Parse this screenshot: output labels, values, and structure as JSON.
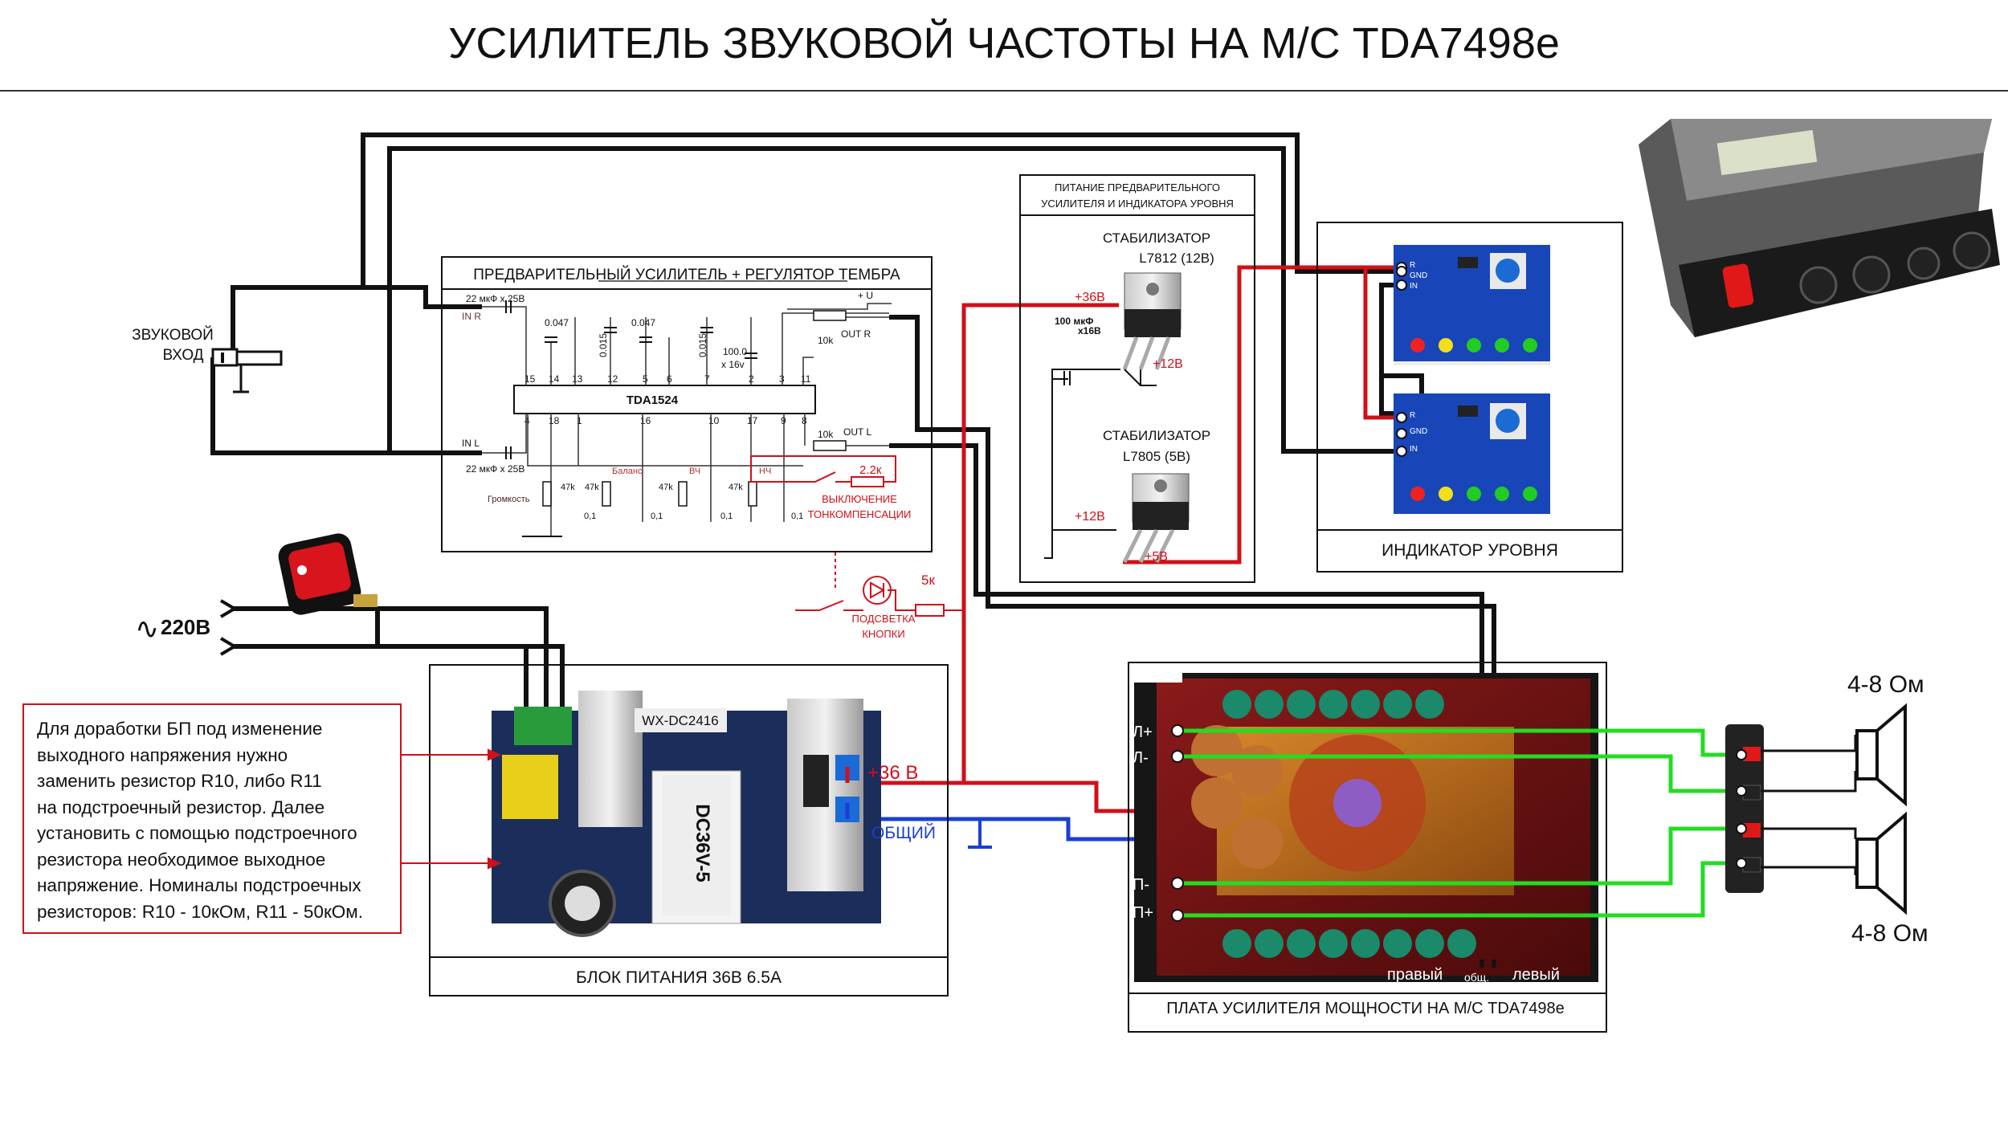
{
  "title": "УСИЛИТЕЛЬ ЗВУКОВОЙ ЧАСТОТЫ НА М/С TDA7498e",
  "audio_input": {
    "line1": "ЗВУКОВОЙ",
    "line2": "ВХОД"
  },
  "preamp": {
    "label": "ПРЕДВАРИТЕЛЬНЫЙ УСИЛИТЕЛЬ + РЕГУЛЯТОР ТЕМБРА",
    "chip": "TDA1524",
    "cap_in_r": "22 мкФ x 25В",
    "cap_in_l": "22 мкФ x 25В",
    "in_r": "IN R",
    "in_l": "IN L",
    "out_r": "OUT R",
    "out_l": "OUT L",
    "plus_u": "+ U",
    "top_pins": [
      "15",
      "14",
      "13",
      "12",
      "5",
      "6",
      "7",
      "2",
      "3",
      "11"
    ],
    "bottom_pins": [
      "4",
      "18",
      "1",
      "16",
      "10",
      "17",
      "9",
      "8"
    ],
    "cap_values": [
      "0.047",
      "0.015",
      "0.047",
      "0.015"
    ],
    "elec_cap": "100.0",
    "elec_cap_v": "x 16v",
    "r_out": "10k",
    "pots": [
      "47k",
      "47k",
      "47k",
      "47k"
    ],
    "pot_names": [
      "Громкость",
      "Баланс",
      "ВЧ",
      "НЧ"
    ],
    "small_caps": "0,1",
    "loudness_r": "2.2к",
    "loudness_line1": "ВЫКЛЮЧЕНИЕ",
    "loudness_line2": "ТОНКОМПЕНСАЦИИ"
  },
  "led": {
    "r": "5к",
    "line1": "ПОДСВЕТКА",
    "line2": "КНОПКИ"
  },
  "mains": {
    "label": "220В"
  },
  "psu_regs": {
    "header1": "ПИТАНИЕ ПРЕДВАРИТЕЛЬНОГО",
    "header2": "УСИЛИТЕЛЯ И ИНДИКАТОРА УРОВНЯ",
    "reg1_title": "СТАБИЛИЗАТОР",
    "reg1_part": "L7812 (12В)",
    "reg2_title": "СТАБИЛИЗАТОР",
    "reg2_part": "L7805 (5В)",
    "in36": "+36В",
    "out12": "+12В",
    "in12": "+12В",
    "out5": "+5В",
    "cap_line1": "100 мкФ",
    "cap_line2": "x16В"
  },
  "level_indicator": {
    "label": "ИНДИКАТОР УРОВНЯ",
    "pins": [
      "R",
      "GND",
      "IN"
    ]
  },
  "psu": {
    "label": "БЛОК ПИТАНИЯ  36В 6.5А",
    "model": "WX-DC2416",
    "transformer": "DC36V-5",
    "plus36": "+36 В",
    "common": "ОБЩИЙ"
  },
  "amp": {
    "label": "ПЛАТА УСИЛИТЕЛЯ МОЩНОСТИ НА М/С TDA7498e",
    "left_pins": [
      "Л+",
      "Л-",
      "П-",
      "П+"
    ],
    "input_labels": [
      "правый",
      "общ.",
      "левый"
    ]
  },
  "speakers": {
    "top": "4-8 Ом",
    "bottom": "4-8 Ом"
  },
  "note": {
    "lines": [
      "Для доработки БП под изменение",
      "выходного напряжения нужно",
      "заменить резистор R10, либо R11",
      "на подстроечный резистор. Далее",
      "установить с помощью подстроечного",
      "резистора необходимое выходное",
      "напряжение. Номиналы подстроечных",
      "резисторов:  R10 - 10кОм, R11 - 50кОм."
    ]
  },
  "colors": {
    "red": "#d0101a",
    "blue": "#1a3fd6",
    "green": "#22dd22",
    "black": "#111111"
  }
}
